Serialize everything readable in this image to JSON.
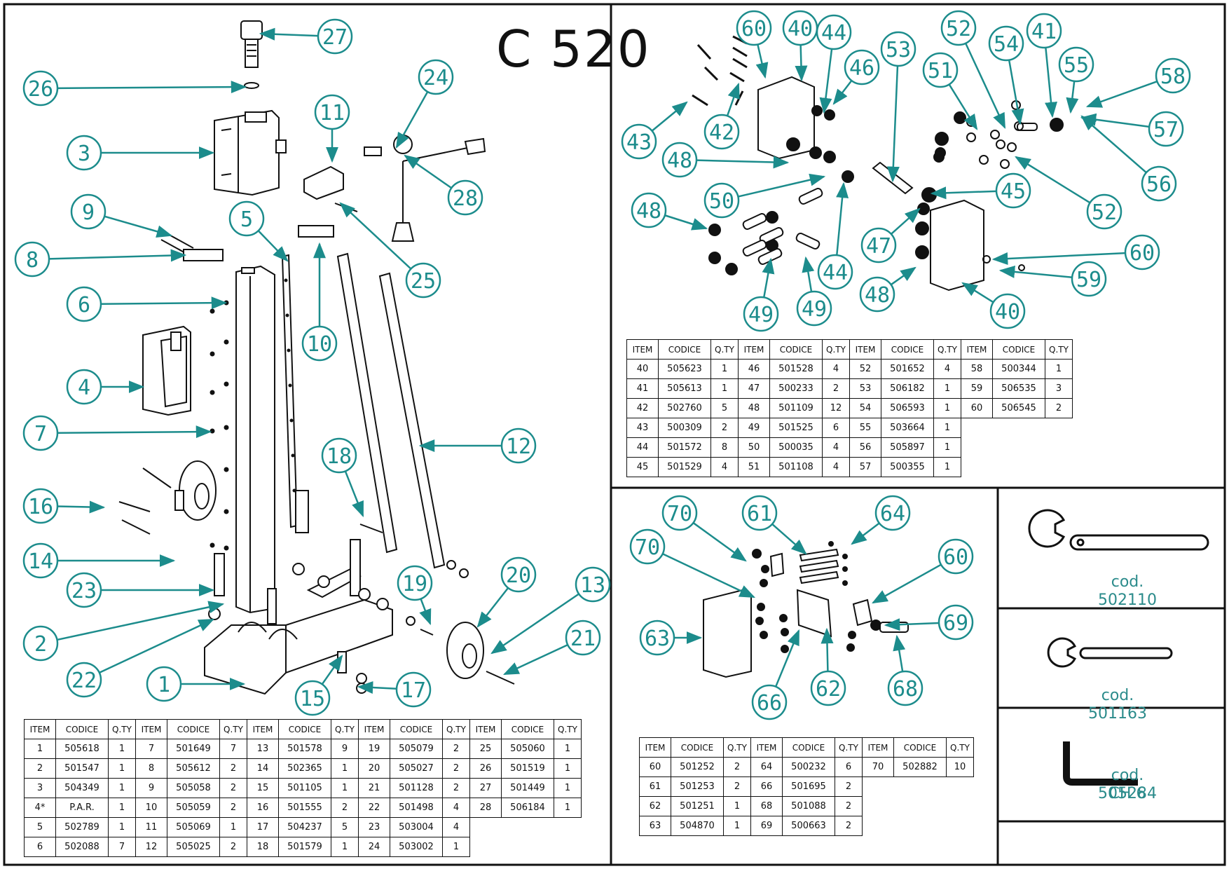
{
  "title": "C 520",
  "colors": {
    "accent": "#1c8c8c",
    "line": "#111111"
  },
  "table_headers": {
    "item": "ITEM",
    "code": "CODICE",
    "qty": "Q.TY"
  },
  "main_parts": [
    [
      "1",
      "505618",
      "1"
    ],
    [
      "2",
      "501547",
      "1"
    ],
    [
      "3",
      "504349",
      "1"
    ],
    [
      "4*",
      "P.A.R.",
      "1"
    ],
    [
      "5",
      "502789",
      "1"
    ],
    [
      "6",
      "502088",
      "7"
    ],
    [
      "7",
      "501649",
      "7"
    ],
    [
      "8",
      "505612",
      "2"
    ],
    [
      "9",
      "505058",
      "2"
    ],
    [
      "10",
      "505059",
      "2"
    ],
    [
      "11",
      "505069",
      "1"
    ],
    [
      "12",
      "505025",
      "2"
    ],
    [
      "13",
      "501578",
      "9"
    ],
    [
      "14",
      "502365",
      "1"
    ],
    [
      "15",
      "501105",
      "1"
    ],
    [
      "16",
      "501555",
      "2"
    ],
    [
      "17",
      "504237",
      "5"
    ],
    [
      "18",
      "501579",
      "1"
    ],
    [
      "19",
      "505079",
      "2"
    ],
    [
      "20",
      "505027",
      "2"
    ],
    [
      "21",
      "501128",
      "2"
    ],
    [
      "22",
      "501498",
      "4"
    ],
    [
      "23",
      "503004",
      "4"
    ],
    [
      "24",
      "503002",
      "1"
    ],
    [
      "25",
      "505060",
      "1"
    ],
    [
      "26",
      "501519",
      "1"
    ],
    [
      "27",
      "501449",
      "1"
    ],
    [
      "28",
      "506184",
      "1"
    ]
  ],
  "gearbox_parts": [
    [
      "40",
      "505623",
      "1"
    ],
    [
      "41",
      "505613",
      "1"
    ],
    [
      "42",
      "502760",
      "5"
    ],
    [
      "43",
      "500309",
      "2"
    ],
    [
      "44",
      "501572",
      "8"
    ],
    [
      "45",
      "501529",
      "4"
    ],
    [
      "46",
      "501528",
      "4"
    ],
    [
      "47",
      "500233",
      "2"
    ],
    [
      "48",
      "501109",
      "12"
    ],
    [
      "49",
      "501525",
      "6"
    ],
    [
      "50",
      "500035",
      "4"
    ],
    [
      "51",
      "501108",
      "4"
    ],
    [
      "52",
      "501652",
      "4"
    ],
    [
      "53",
      "506182",
      "1"
    ],
    [
      "54",
      "506593",
      "1"
    ],
    [
      "55",
      "503664",
      "1"
    ],
    [
      "56",
      "505897",
      "1"
    ],
    [
      "57",
      "500355",
      "1"
    ],
    [
      "58",
      "500344",
      "1"
    ],
    [
      "59",
      "506535",
      "3"
    ],
    [
      "60",
      "506545",
      "2"
    ]
  ],
  "carriage_parts": [
    [
      "60",
      "501252",
      "2"
    ],
    [
      "61",
      "501253",
      "2"
    ],
    [
      "62",
      "501251",
      "1"
    ],
    [
      "63",
      "504870",
      "1"
    ],
    [
      "64",
      "500232",
      "6"
    ],
    [
      "66",
      "501695",
      "2"
    ],
    [
      "68",
      "501088",
      "2"
    ],
    [
      "69",
      "500663",
      "2"
    ],
    [
      "70",
      "502882",
      "10"
    ]
  ],
  "tools": [
    {
      "name": "wrench-large",
      "label": "cod. 502110"
    },
    {
      "name": "wrench-small",
      "label": "cod. 501163"
    },
    {
      "name": "hex-key",
      "label": "cod. 505284",
      "label2": "CH 6"
    }
  ],
  "callouts_left": [
    {
      "n": "27"
    },
    {
      "n": "26"
    },
    {
      "n": "3"
    },
    {
      "n": "11"
    },
    {
      "n": "24"
    },
    {
      "n": "28"
    },
    {
      "n": "9"
    },
    {
      "n": "8"
    },
    {
      "n": "5"
    },
    {
      "n": "25"
    },
    {
      "n": "6"
    },
    {
      "n": "10"
    },
    {
      "n": "4"
    },
    {
      "n": "7"
    },
    {
      "n": "12"
    },
    {
      "n": "18"
    },
    {
      "n": "16"
    },
    {
      "n": "14"
    },
    {
      "n": "19"
    },
    {
      "n": "20"
    },
    {
      "n": "13"
    },
    {
      "n": "23"
    },
    {
      "n": "21"
    },
    {
      "n": "2"
    },
    {
      "n": "22"
    },
    {
      "n": "1"
    },
    {
      "n": "15"
    },
    {
      "n": "17"
    }
  ],
  "callouts_right": [
    {
      "n": "60"
    },
    {
      "n": "40"
    },
    {
      "n": "44"
    },
    {
      "n": "46"
    },
    {
      "n": "53"
    },
    {
      "n": "52"
    },
    {
      "n": "54"
    },
    {
      "n": "41"
    },
    {
      "n": "55"
    },
    {
      "n": "58"
    },
    {
      "n": "51"
    },
    {
      "n": "57"
    },
    {
      "n": "42"
    },
    {
      "n": "43"
    },
    {
      "n": "48"
    },
    {
      "n": "56"
    },
    {
      "n": "45"
    },
    {
      "n": "52"
    },
    {
      "n": "50"
    },
    {
      "n": "48"
    },
    {
      "n": "60"
    },
    {
      "n": "47"
    },
    {
      "n": "44"
    },
    {
      "n": "48"
    },
    {
      "n": "59"
    },
    {
      "n": "49"
    },
    {
      "n": "49"
    },
    {
      "n": "40"
    }
  ],
  "callouts_bottom": [
    {
      "n": "70"
    },
    {
      "n": "61"
    },
    {
      "n": "64"
    },
    {
      "n": "70"
    },
    {
      "n": "60"
    },
    {
      "n": "69"
    },
    {
      "n": "63"
    },
    {
      "n": "62"
    },
    {
      "n": "68"
    },
    {
      "n": "66"
    }
  ]
}
